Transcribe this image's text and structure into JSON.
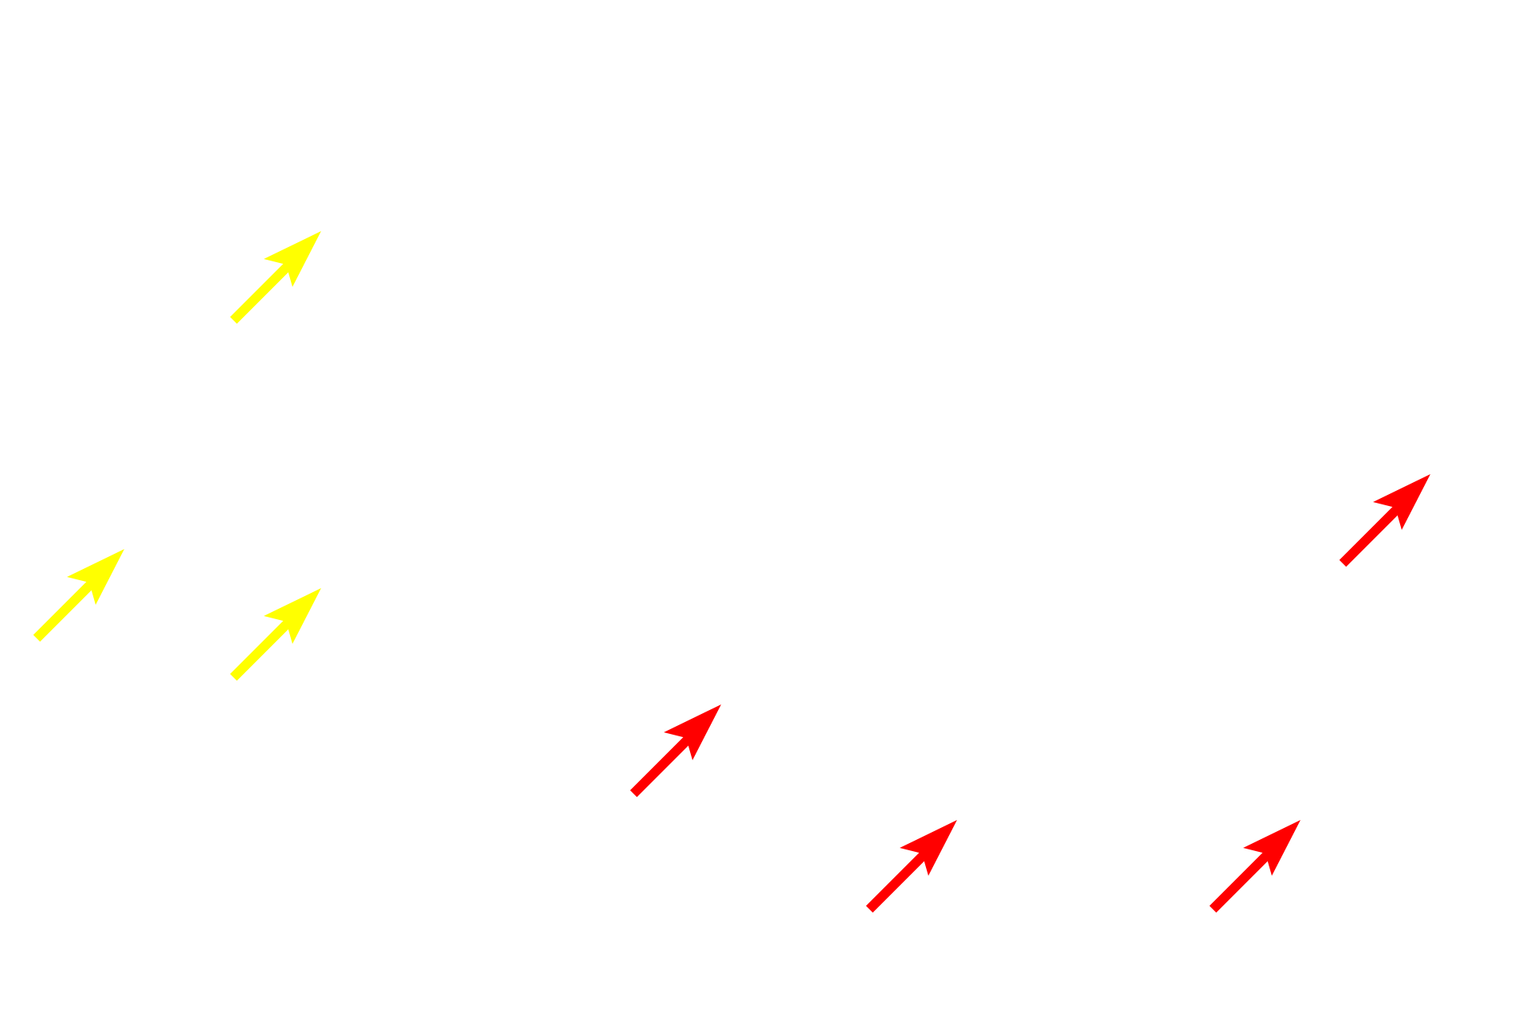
{
  "background_color": "#ffffff",
  "colors": {
    "yellow": "#ffff00",
    "red": "#ff0000"
  },
  "arrows": [
    {
      "id": "arrow-y1",
      "icon": "arrow-up-right-icon",
      "color": "yellow"
    },
    {
      "id": "arrow-y2",
      "icon": "arrow-up-right-icon",
      "color": "yellow"
    },
    {
      "id": "arrow-y3",
      "icon": "arrow-up-right-icon",
      "color": "yellow"
    },
    {
      "id": "arrow-r1",
      "icon": "arrow-up-right-icon",
      "color": "red"
    },
    {
      "id": "arrow-r2",
      "icon": "arrow-up-right-icon",
      "color": "red"
    },
    {
      "id": "arrow-r3",
      "icon": "arrow-up-right-icon",
      "color": "red"
    },
    {
      "id": "arrow-r4",
      "icon": "arrow-up-right-icon",
      "color": "red"
    }
  ]
}
